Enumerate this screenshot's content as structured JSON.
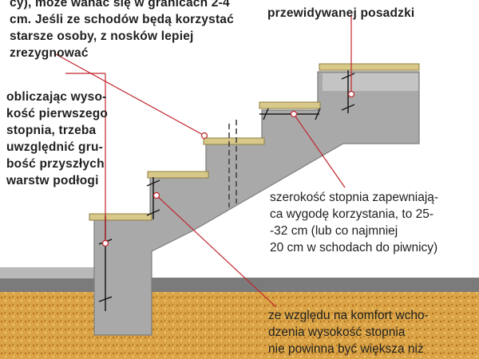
{
  "annotations": {
    "nosek": "cy), może wahać się w granicach 2-4\ncm. Jeśli ze schodów będą korzystać\nstarsze osoby, z nosków lepiej\nzrezygnować",
    "posadzka": "przewidywanej posadzki",
    "pierwszy_stopien": "obliczając wyso-\nkość pierwszego\nstopnia, trzeba\nuwzględnić gru-\nbość przyszłych\nwarstw podłogi",
    "szerokosc": "szerokość stopnia zapewniają-\nca wygodę korzystania, to 25-\n-32 cm (lub co najmniej\n20 cm w schodach do piwnicy)",
    "wysokosc": "ze względu na komfort wcho-\ndzenia wysokość stopnia\nnie powinna być większa niż"
  },
  "colors": {
    "concrete": "#a7a7a7",
    "concrete_dark": "#8c8c8c",
    "tread": "#d8c98a",
    "soil": "#d9a441",
    "leader": "#c0272d",
    "floor_screed": "#6e6e6e"
  }
}
